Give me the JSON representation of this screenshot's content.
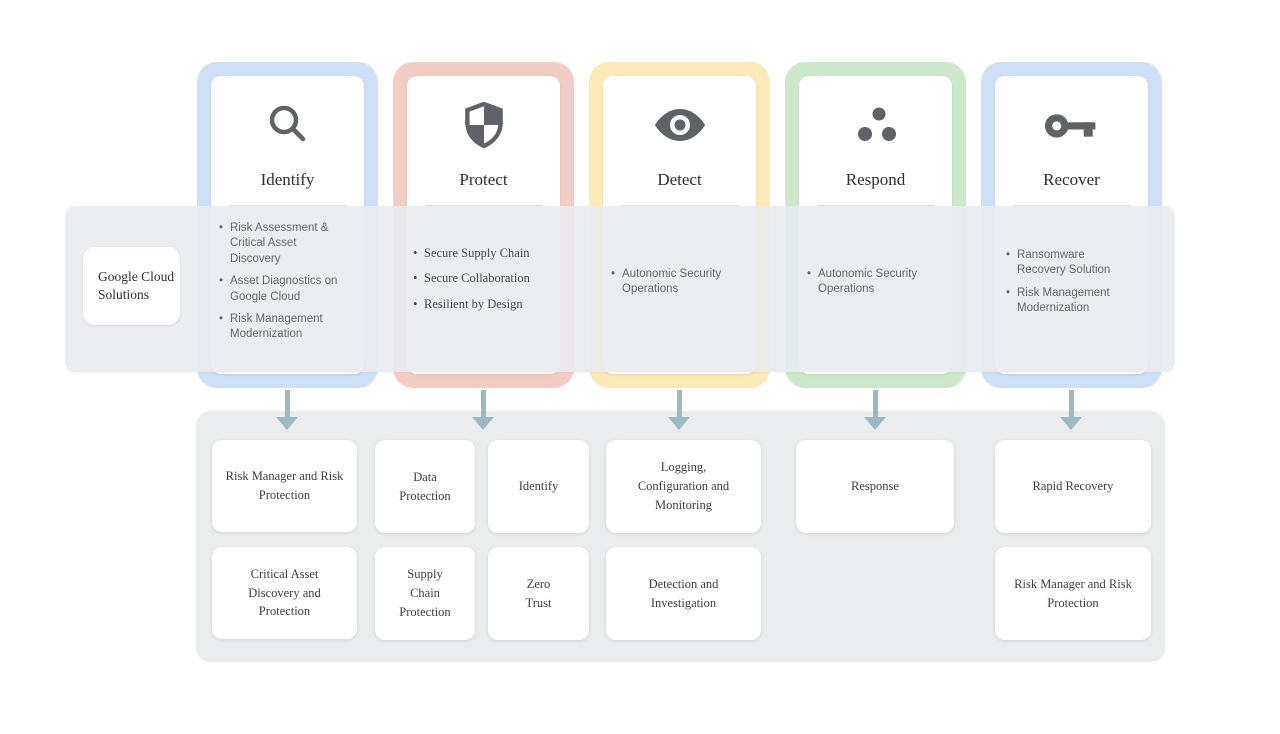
{
  "diagram": {
    "source_label": "Google Cloud Solutions",
    "columns": [
      {
        "title": "Identify",
        "icon": "magnifier-icon",
        "accent": "#cfdff6",
        "items": [
          "Risk Assessment & Critical Asset Discovery",
          "Asset Diagnostics on Google Cloud",
          "Risk Management Modernization"
        ]
      },
      {
        "title": "Protect",
        "icon": "shield-icon",
        "accent": "#f4ccc6",
        "items": [
          "Secure Supply Chain",
          "Secure Collaboration",
          "Resilient by Design"
        ]
      },
      {
        "title": "Detect",
        "icon": "eye-icon",
        "accent": "#faeab8",
        "items": [
          "Autonomic Security Operations"
        ]
      },
      {
        "title": "Respond",
        "icon": "three-dots-icon",
        "accent": "#cde7cc",
        "items": [
          "Autonomic Security Operations"
        ]
      },
      {
        "title": "Recover",
        "icon": "key-icon",
        "accent": "#cfdff6",
        "items": [
          "Ransomware Recovery Solution",
          "Risk Management Modernization"
        ]
      }
    ],
    "solutions": {
      "identify": [
        "Risk Manager and Risk Protection",
        "Critical Asset Discovery and Protection"
      ],
      "protect": [
        "Data Protection",
        "Identify",
        "Supply Chain Protection",
        "Zero Trust"
      ],
      "detect": [
        "Logging, Configuration and Monitoring",
        "Detection and Investigation"
      ],
      "respond": [
        "Response"
      ],
      "recover": [
        "Rapid Recovery",
        "Risk Manager and Risk Protection"
      ]
    },
    "colors": {
      "accent_blue": "#cfdff6",
      "accent_red": "#f4ccc6",
      "accent_yellow": "#faeab8",
      "accent_green": "#cde7cc",
      "arrow": "#9fb9c4",
      "icon": "#5f6368",
      "band_bg": "#ebedf0",
      "panel_bg": "#eaecee"
    }
  }
}
